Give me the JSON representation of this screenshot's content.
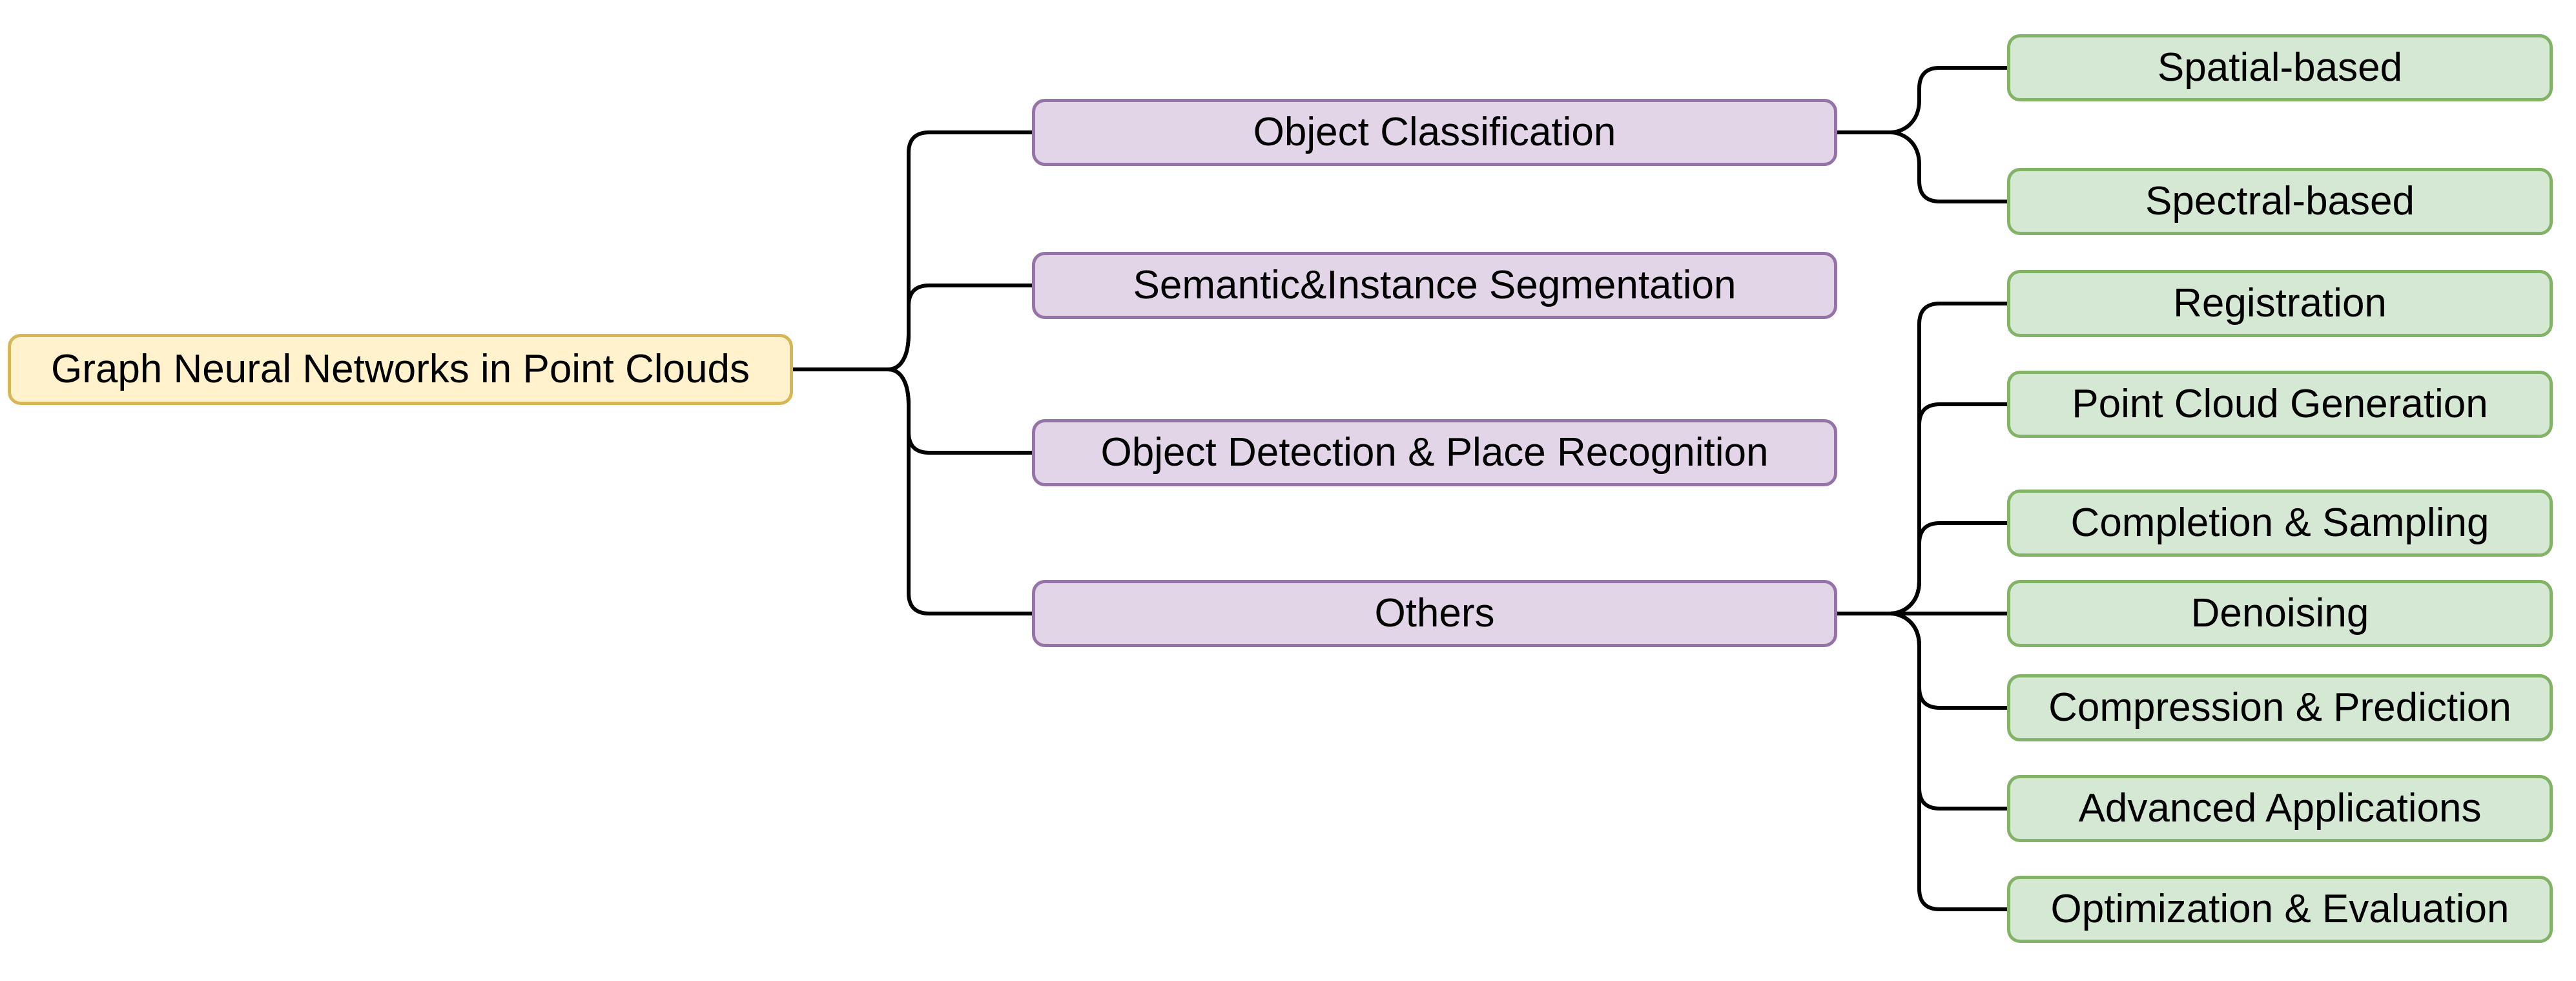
{
  "diagram": {
    "title": "Graph Neural Networks in Point Clouds taxonomy mind map",
    "root": {
      "label": "Graph Neural Networks in Point Clouds"
    },
    "branches": [
      {
        "label": "Object Classification",
        "children": [
          {
            "label": "Spatial-based"
          },
          {
            "label": "Spectral-based"
          }
        ]
      },
      {
        "label": "Semantic&Instance Segmentation",
        "children": []
      },
      {
        "label": "Object Detection & Place Recognition",
        "children": []
      },
      {
        "label": "Others",
        "children": [
          {
            "label": "Registration"
          },
          {
            "label": "Point Cloud Generation"
          },
          {
            "label": "Completion & Sampling"
          },
          {
            "label": "Denoising"
          },
          {
            "label": "Compression & Prediction"
          },
          {
            "label": "Advanced Applications"
          },
          {
            "label": "Optimization & Evaluation"
          }
        ]
      }
    ],
    "colors": {
      "root_fill": "#FFF2CC",
      "root_border": "#D6B656",
      "branch_fill": "#E1D5E7",
      "branch_border": "#9673A6",
      "leaf_fill": "#D5E8D4",
      "leaf_border": "#82B366",
      "connector": "#000000",
      "text": "#000000",
      "background": "#FFFFFF"
    }
  }
}
